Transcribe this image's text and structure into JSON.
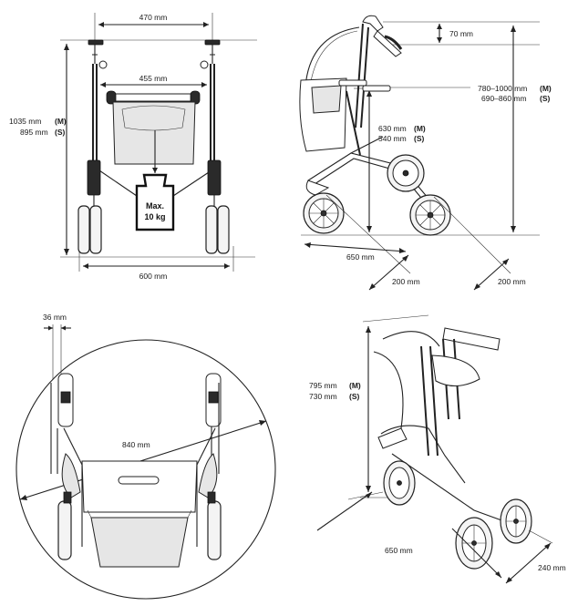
{
  "front_view": {
    "width_top": "470 mm",
    "width_seat": "455 mm",
    "width_base": "600 mm",
    "height_m": "1035 mm",
    "height_m_tag": "(M)",
    "height_s": "895 mm",
    "height_s_tag": "(S)",
    "max_load_line1": "Max.",
    "max_load_line2": "10 kg"
  },
  "side_view": {
    "handle_adjust": "70 mm",
    "handle_range_m": "780–1000 mm",
    "handle_range_m_tag": "(M)",
    "handle_range_s": "690–860 mm",
    "handle_range_s_tag": "(S)",
    "seat_height_m": "630 mm",
    "seat_height_m_tag": "(M)",
    "seat_height_s": "540 mm",
    "seat_height_s_tag": "(S)",
    "length": "650 mm",
    "wheel_front": "200 mm",
    "wheel_rear": "200 mm"
  },
  "top_view": {
    "handle_width": "36 mm",
    "turning_diameter": "840 mm"
  },
  "folded_view": {
    "height_m": "795 mm",
    "height_m_tag": "(M)",
    "height_s": "730 mm",
    "height_s_tag": "(S)",
    "length": "650 mm",
    "width": "240 mm"
  }
}
